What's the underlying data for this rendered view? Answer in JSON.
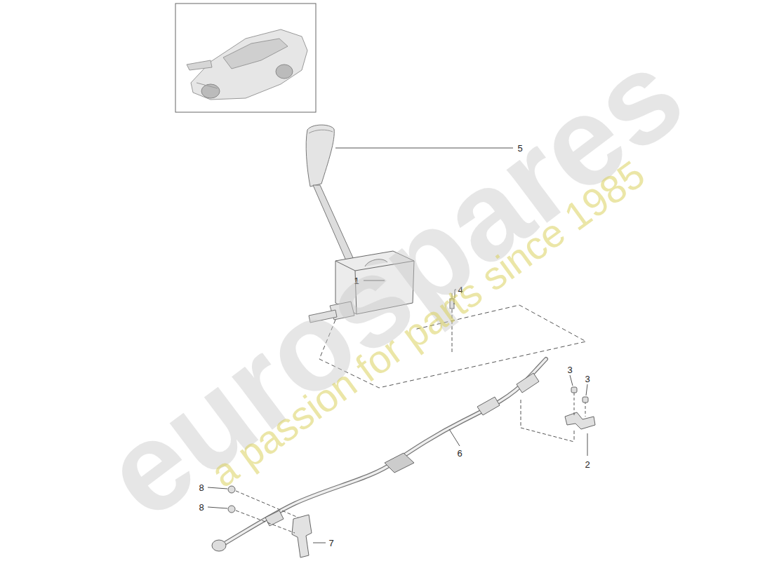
{
  "diagram": {
    "labels": [
      "5",
      "4",
      "1",
      "3",
      "3",
      "2",
      "6",
      "8",
      "8",
      "7",
      "eurospares",
      "a passion for parts since 1985"
    ]
  }
}
